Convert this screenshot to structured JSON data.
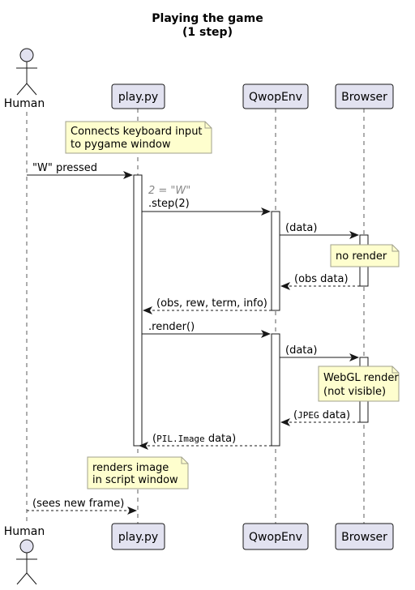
{
  "title": {
    "line1": "Playing the game",
    "line2": "(1 step)"
  },
  "participants": {
    "human": "Human",
    "play": "play.py",
    "env": "QwopEnv",
    "browser": "Browser"
  },
  "notes": {
    "n1_line1": "Connects keyboard input",
    "n1_line2": "to pygame window",
    "n2": "no render",
    "n3_line1": "WebGL render",
    "n3_line2": "(not visible)",
    "n4_line1": "renders image",
    "n4_line2": "in script window"
  },
  "messages": {
    "m1": "\"W\" pressed",
    "m2_comment": "2 = \"W\"",
    "m2": ".step(2)",
    "m3": "(data)",
    "m4": "(obs data)",
    "m5": "(obs, rew, term, info)",
    "m6": ".render()",
    "m7": "(data)",
    "m8_open": "(",
    "m8_mono": "JPEG",
    "m8_close": " data)",
    "m9_open": "(",
    "m9_mono": "PIL.Image",
    "m9_close": " data)",
    "m10": "(sees new frame)"
  },
  "colors": {
    "participant_fill": "#e2e2f0",
    "participant_stroke": "#181818",
    "note_fill": "#fefece",
    "note_stroke": "#a0a08c",
    "activation_fill": "#ffffff",
    "lifeline": "#181818"
  }
}
